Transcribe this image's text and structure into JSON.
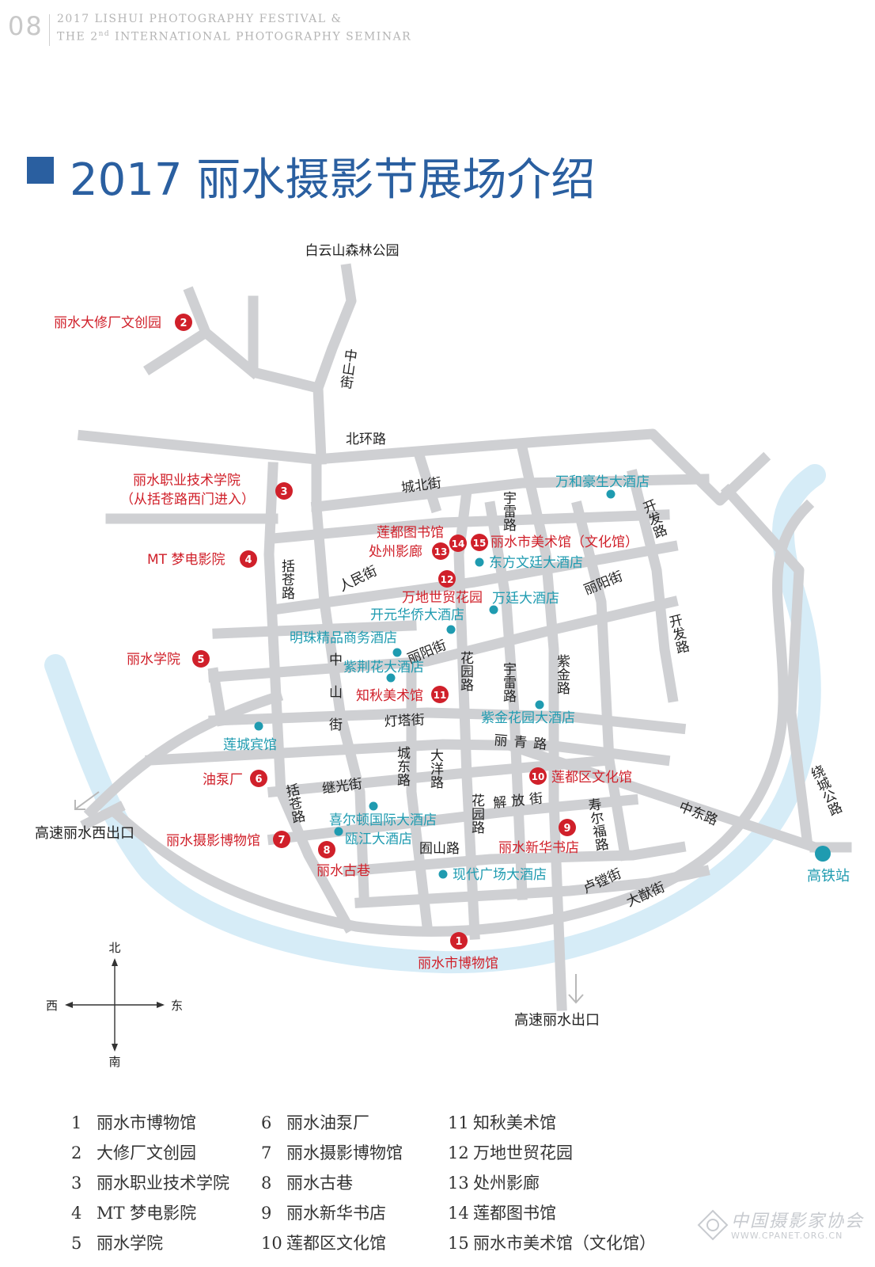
{
  "header": {
    "page_number": "08",
    "line1": "2017 LISHUI PHOTOGRAPHY FESTIVAL &",
    "line2_pre": "THE 2",
    "line2_sup": "nd",
    "line2_post": " INTERNATIONAL PHOTOGRAPHY SEMINAR"
  },
  "title": "2017 丽水摄影节展场介绍",
  "colors": {
    "accent": "#2a5fa0",
    "venue_red": "#d0202a",
    "hotel_teal": "#1f9bb0",
    "road": "#cfd0d3",
    "river": "#d6ecf7"
  },
  "map": {
    "top_label": "白云山森林公园",
    "exits": {
      "west": "高速丽水西出口",
      "south": "高速丽水出口",
      "rail": "高铁站"
    },
    "compass": {
      "north": "北",
      "south": "南",
      "east": "东",
      "west": "西"
    },
    "venues": [
      {
        "n": "2",
        "label": "丽水大修厂文创园"
      },
      {
        "n": "3",
        "label": "丽水职业技术学院",
        "label2": "（从括苍路西门进入）"
      },
      {
        "n": "4",
        "label": "MT 梦电影院"
      },
      {
        "n": "5",
        "label": "丽水学院"
      },
      {
        "n": "6",
        "label": "油泵厂"
      },
      {
        "n": "7",
        "label": "丽水摄影博物馆"
      },
      {
        "n": "8",
        "label": "丽水古巷"
      },
      {
        "n": "9",
        "label": "丽水新华书店"
      },
      {
        "n": "10",
        "label": "莲都区文化馆"
      },
      {
        "n": "11",
        "label": "知秋美术馆"
      },
      {
        "n": "12",
        "label": "万地世贸花园"
      },
      {
        "n": "13",
        "label": "处州影廊"
      },
      {
        "n": "14",
        "label": "莲都图书馆"
      },
      {
        "n": "15",
        "label": "丽水市美术馆（文化馆）"
      },
      {
        "n": "1",
        "label": "丽水市博物馆"
      }
    ],
    "hotels": [
      "万和豪生大酒店",
      "东方文廷大酒店",
      "万廷大酒店",
      "开元华侨大酒店",
      "明珠精品商务酒店",
      "紫荆花大酒店",
      "紫金花园大酒店",
      "莲城宾馆",
      "喜尔顿国际大酒店",
      "瓯江大酒店",
      "现代广场大酒店"
    ],
    "roads": {
      "zhongshan_north": "中山街",
      "beihuan": "北环路",
      "chengbei": "城北街",
      "yulei_n": "宇雷路",
      "kaifa_n": "开发路",
      "kaifa_e": "开发路",
      "kuocang_n": "括苍路",
      "renmin": "人民街",
      "liyang_e": "丽阳街",
      "liyang_c": "丽阳街",
      "zhongshan_c": "中山街",
      "huayuan_n": "花园路",
      "yulei_c": "宇雷路",
      "zijin": "紫金路",
      "dengta": "灯塔街",
      "liqing": "丽青路",
      "chengdong": "城东路",
      "dayang": "大洋路",
      "jiguang": "继光街",
      "kuocang_s": "括苍路",
      "jiefang": "解放街",
      "huayuan_s": "花园路",
      "shouerfu": "寿尔福路",
      "zhongdong": "中东路",
      "raocheng": "绕城公路",
      "yuanshan": "囿山路",
      "luqian": "卢镗街",
      "dazhen": "大猷街"
    }
  },
  "legend": [
    [
      "1",
      "丽水市博物馆"
    ],
    [
      "2",
      "大修厂文创园"
    ],
    [
      "3",
      "丽水职业技术学院"
    ],
    [
      "4",
      "MT 梦电影院"
    ],
    [
      "5",
      "丽水学院"
    ],
    [
      "6",
      "丽水油泵厂"
    ],
    [
      "7",
      "丽水摄影博物馆"
    ],
    [
      "8",
      "丽水古巷"
    ],
    [
      "9",
      "丽水新华书店"
    ],
    [
      "10",
      "莲都区文化馆"
    ],
    [
      "11",
      "知秋美术馆"
    ],
    [
      "12",
      "万地世贸花园"
    ],
    [
      "13",
      "处州影廊"
    ],
    [
      "14",
      "莲都图书馆"
    ],
    [
      "15",
      "丽水市美术馆（文化馆）"
    ]
  ],
  "watermark": {
    "text": "中国摄影家协会",
    "url": "WWW.CPANET.ORG.CN"
  }
}
